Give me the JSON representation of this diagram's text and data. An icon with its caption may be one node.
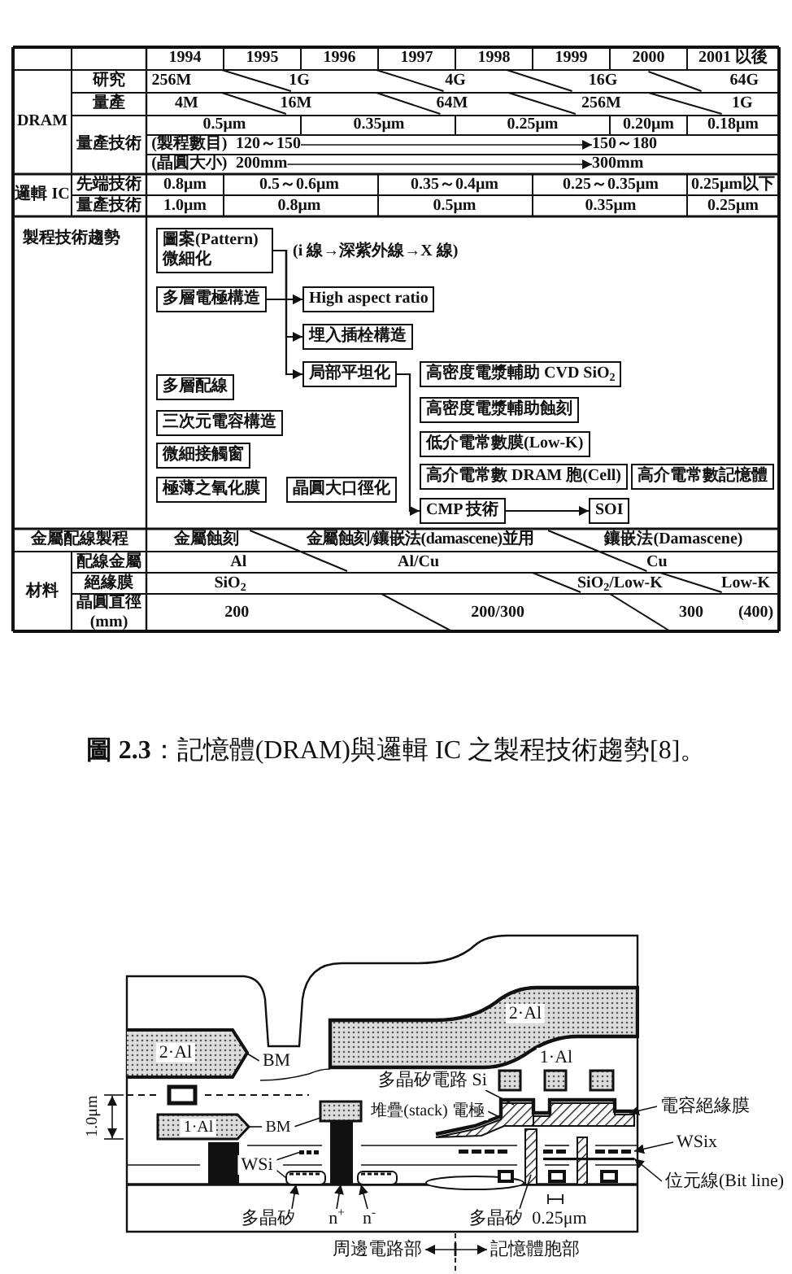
{
  "diagram": {
    "caption": "**圖 2.3**：記憶體(DRAM)與邏輯 IC 之製程技術趨勢[8]。",
    "nodes": [
      {
        "text": [
          "120～150"
        ]
      },
      {
        "text": [
          "150～180"
        ]
      },
      {
        "text": [
          "200mm"
        ]
      },
      {
        "text": [
          "300mm"
        ]
      },
      {
        "text": [
          "圖案(Pattern) 微細化"
        ],
        "beside": [
          "(i 線→深紫外線→X 線)"
        ]
      },
      {
        "text": [
          "多層電極構造"
        ]
      },
      {
        "text": [
          "High aspect ratio"
        ]
      },
      {
        "text": [
          "埋入插栓構造"
        ]
      },
      {
        "text": [
          "局部平坦化"
        ]
      },
      {
        "text": [
          "高密度電漿輔助 CVD SiO$_{2}$"
        ]
      },
      {
        "text": [
          "多層配線"
        ]
      },
      {
        "text": [
          "高密度電漿輔助蝕刻"
        ]
      },
      {
        "text": [
          "三次元電容構造"
        ]
      },
      {
        "text": [
          "低介電常數膜(Low-K)"
        ]
      },
      {
        "text": [
          "微細接觸窗"
        ]
      },
      {
        "text": [
          "高介電常數 DRAM 胞(Cell)"
        ]
      },
      {
        "text": [
          "高介電常數記憶體"
        ]
      },
      {
        "text": [
          "極薄之氧化膜"
        ]
      },
      {
        "text": [
          "晶圓大口徑化"
        ]
      },
      {
        "text": [
          "CMP 技術"
        ]
      },
      {
        "text": [
          "SOI"
        ]
      },
      {
        "text": [
          "2·Al"
        ]
      },
      {
        "text": [
          "2·Al"
        ]
      },
      {
        "text": [
          "1·Al"
        ]
      },
      {
        "text": [
          "BM"
        ]
      },
      {
        "text": [
          "多晶矽電路 Si"
        ]
      },
      {
        "text": [],
        "shape": "picture"
      },
      {
        "text": [
          "堆疊(stack) 電極"
        ]
      },
      {
        "text": [
          "電容絕緣膜"
        ]
      },
      {
        "text": [],
        "shape": "picture"
      },
      {
        "text": [
          "BM"
        ]
      },
      {
        "text": [
          "1·Al"
        ]
      },
      {
        "text": [],
        "shape": "box"
      },
      {
        "text": [
          "WSix"
        ]
      },
      {
        "text": [],
        "shape": "picture"
      },
      {
        "text": [],
        "shape": "picture"
      },
      {
        "text": [
          "WSi"
        ]
      },
      {
        "text": [],
        "shape": "picture"
      },
      {
        "text": [],
        "shape": "picture"
      },
      {
        "text": [
          "位元線(Bit line)"
        ]
      },
      {
        "text": [
          "多晶矽"
        ]
      },
      {
        "text": [
          "n$^{+}$"
        ]
      },
      {
        "text": [
          "n$^{-}$"
        ]
      },
      {
        "text": [
          "多晶矽"
        ]
      },
      {
        "text": [
          "周邊電路部"
        ]
      },
      {
        "text": [
          "記憶體胞部"
        ]
      }
    ],
    "edges": [
      {
        "from": 0,
        "to": 1,
        "arrow": "to"
      },
      {
        "from": 2,
        "to": 3,
        "arrow": "to"
      },
      {
        "from": 4,
        "to": 6,
        "arrow": "to"
      },
      {
        "from": 4,
        "to": 7,
        "arrow": "to"
      },
      {
        "from": 4,
        "to": 8,
        "arrow": "to"
      },
      {
        "from": 5,
        "to": 6,
        "arrow": "to"
      },
      {
        "from": 8,
        "to": 19,
        "arrow": "to"
      },
      {
        "from": 19,
        "to": 20,
        "arrow": "to"
      },
      {
        "from": 24,
        "to": 22,
        "arrow": "none"
      },
      {
        "from": 25,
        "to": 29,
        "arrow": "none"
      },
      {
        "from": 27,
        "to": 29,
        "arrow": "none"
      },
      {
        "from": 28,
        "to": 29,
        "arrow": "to"
      },
      {
        "from": 30,
        "to": 31,
        "arrow": "none"
      },
      {
        "from": 30,
        "to": 26,
        "arrow": "none"
      },
      {
        "from": 33,
        "to": 35,
        "arrow": "to"
      },
      {
        "from": 36,
        "to": 34,
        "arrow": "none"
      },
      {
        "from": 36,
        "to": 37,
        "arrow": "none"
      },
      {
        "from": 39,
        "to": 35,
        "arrow": "to"
      },
      {
        "from": 40,
        "to": 37,
        "arrow": "to"
      },
      {
        "from": 41,
        "to": 26,
        "arrow": "to"
      },
      {
        "from": 42,
        "to": 38,
        "arrow": "to"
      },
      {
        "from": 43,
        "to": 32,
        "arrow": "none"
      },
      {
        "from": null,
        "to": 44,
        "arrow": "to"
      },
      {
        "from": null,
        "to": 45,
        "arrow": "to"
      }
    ],
    "labels": [
      "1994",
      "1995",
      "1996",
      "1997",
      "1998",
      "1999",
      "2000",
      "2001 以後",
      "DRAM",
      "研究",
      "256M",
      "1G",
      "4G",
      "16G",
      "64G",
      "量產",
      "4M",
      "16M",
      "64M",
      "256M",
      "1G",
      "量產技術",
      "0.5μm",
      "0.35μm",
      "0.25μm",
      "0.20μm",
      "0.18μm",
      "(製程數目)",
      "(晶圓大小)",
      "邏輯 IC",
      "先端技術",
      "0.8μm",
      "0.5～0.6μm",
      "0.35～0.4μm",
      "0.25～0.35μm",
      "0.25μm以下",
      "量產技術",
      "1.0μm",
      "0.8μm",
      "0.5μm",
      "0.35μm",
      "0.25μm",
      "製程技術趨勢",
      "金屬配線製程",
      "金屬蝕刻",
      "金屬蝕刻/鑲嵌法(damascene)並用",
      "鑲嵌法(Damascene)",
      "材料",
      "配線金屬",
      "Al",
      "Al/Cu",
      "Cu",
      "絕緣膜",
      "SiO$_{2}$",
      "SiO$_{2}$/Low-K",
      "Low-K",
      "晶圓直徑 (mm)",
      "200",
      "200/300",
      "300",
      "(400)",
      "1.0μm",
      "0.25μm"
    ]
  }
}
